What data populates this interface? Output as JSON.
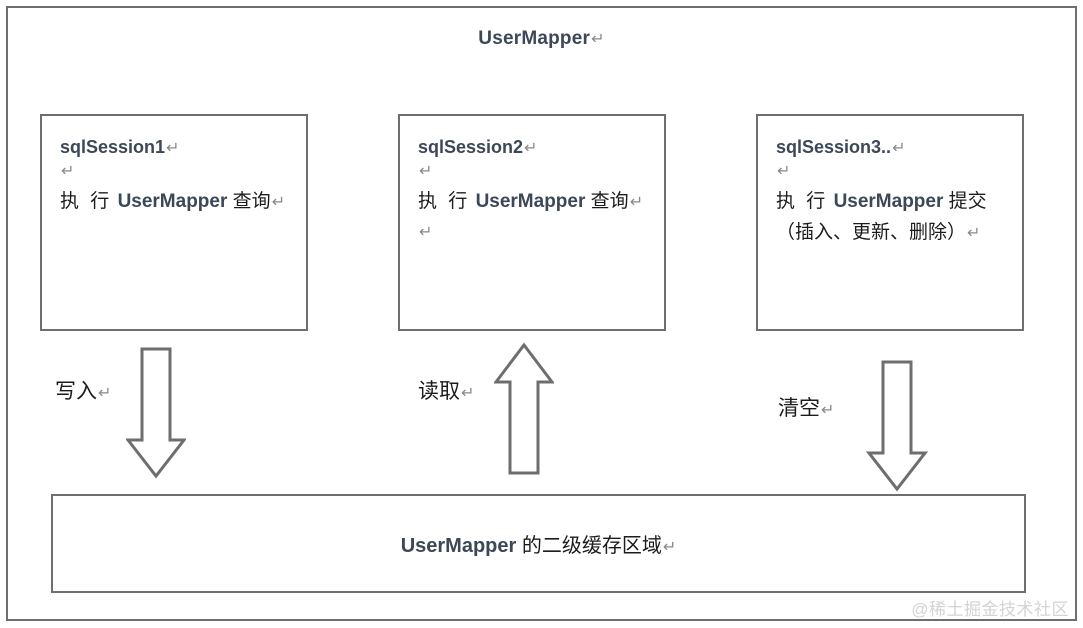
{
  "diagram": {
    "title": "UserMapper",
    "return_glyph": "↵",
    "frame_color": "#6e6e6e",
    "text_color": "#1c1c1c",
    "accent_color": "#3c4858",
    "background": "#ffffff"
  },
  "sessions": [
    {
      "title": "sqlSession1",
      "blank": "↵",
      "body_prefix": "执 行",
      "body_mapper": "UserMapper",
      "body_suffix": "查询",
      "tail": ""
    },
    {
      "title": "sqlSession2",
      "blank": "↵",
      "body_prefix": "执 行",
      "body_mapper": "UserMapper",
      "body_suffix": "查询",
      "tail": "↵"
    },
    {
      "title": "sqlSession3..",
      "blank": "↵",
      "body_prefix": "执 行",
      "body_mapper": "UserMapper",
      "body_suffix": "提交（插入、更新、删除）",
      "tail": ""
    }
  ],
  "arrows": [
    {
      "label": "写入",
      "direction": "down",
      "from": "sqlSession1",
      "to": "cache"
    },
    {
      "label": "读取",
      "direction": "up",
      "from": "cache",
      "to": "sqlSession2"
    },
    {
      "label": "清空",
      "direction": "down",
      "from": "sqlSession3..",
      "to": "cache"
    }
  ],
  "cache": {
    "label_mapper": "UserMapper",
    "label_suffix": "的二级缓存区域"
  },
  "watermark": {
    "text": "@稀土掘金技术社区"
  }
}
